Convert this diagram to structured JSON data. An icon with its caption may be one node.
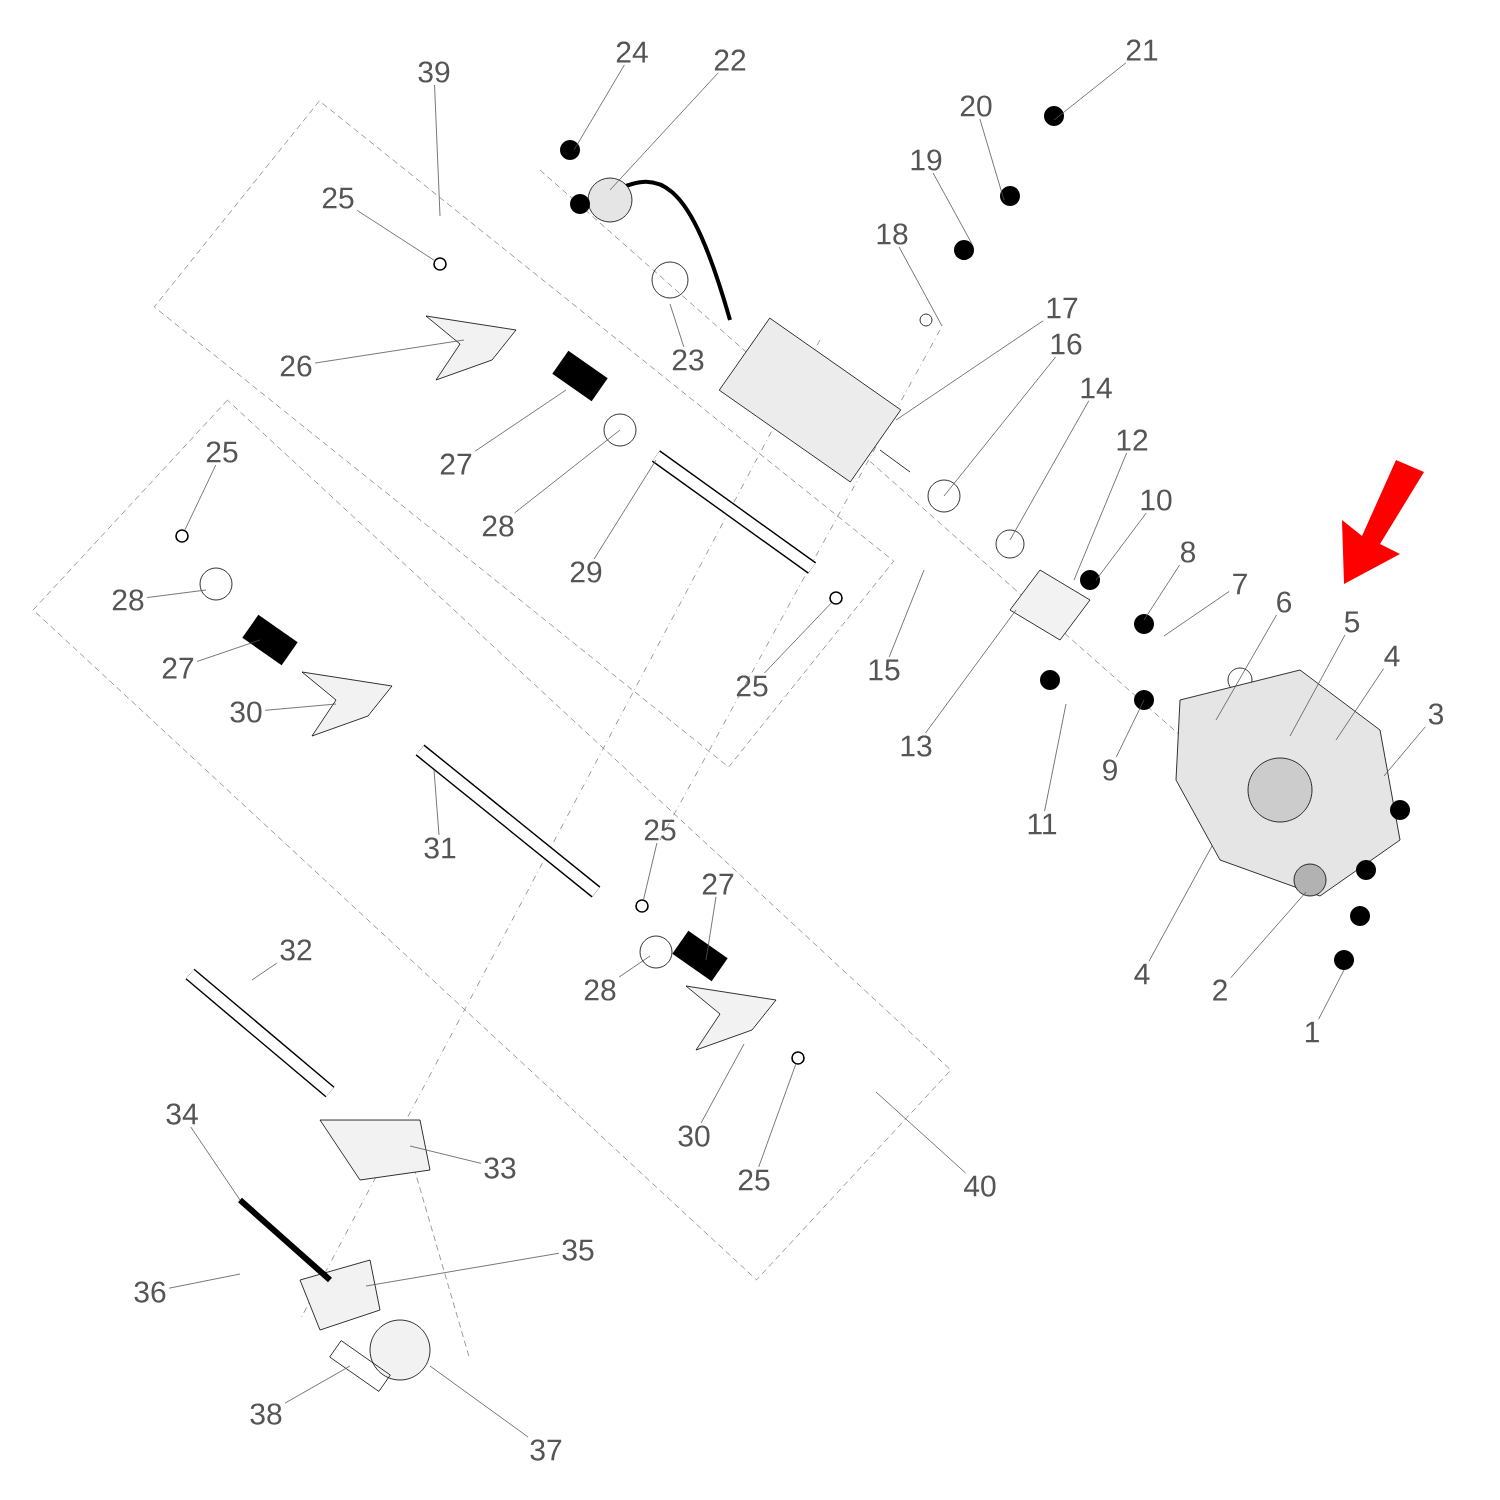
{
  "diagram": {
    "nodes": [
      {
        "text": [
          "1"
        ]
      },
      {
        "text": [
          "2"
        ]
      },
      {
        "text": [
          "3"
        ]
      },
      {
        "text": [
          "4"
        ]
      },
      {
        "text": [
          "4"
        ]
      },
      {
        "text": [
          "5"
        ]
      },
      {
        "text": [
          "6"
        ]
      },
      {
        "text": [
          "7"
        ]
      },
      {
        "text": [
          "8"
        ]
      },
      {
        "text": [
          "9"
        ]
      },
      {
        "text": [
          "10"
        ]
      },
      {
        "text": [
          "11"
        ]
      },
      {
        "text": [
          "12"
        ]
      },
      {
        "text": [
          "13"
        ]
      },
      {
        "text": [
          "14"
        ]
      },
      {
        "text": [
          "15"
        ]
      },
      {
        "text": [
          "16"
        ]
      },
      {
        "text": [
          "17"
        ]
      },
      {
        "text": [
          "18"
        ]
      },
      {
        "text": [
          "19"
        ]
      },
      {
        "text": [
          "20"
        ]
      },
      {
        "text": [
          "21"
        ]
      },
      {
        "text": [
          "22"
        ]
      },
      {
        "text": [
          "23"
        ]
      },
      {
        "text": [
          "24"
        ]
      },
      {
        "text": [
          "25"
        ]
      },
      {
        "text": [
          "25"
        ]
      },
      {
        "text": [
          "25"
        ]
      },
      {
        "text": [
          "25"
        ]
      },
      {
        "text": [
          "25"
        ]
      },
      {
        "text": [
          "26"
        ]
      },
      {
        "text": [
          "27"
        ]
      },
      {
        "text": [
          "27"
        ]
      },
      {
        "text": [
          "27"
        ]
      },
      {
        "text": [
          "28"
        ]
      },
      {
        "text": [
          "28"
        ]
      },
      {
        "text": [
          "28"
        ]
      },
      {
        "text": [
          "29"
        ]
      },
      {
        "text": [
          "30"
        ]
      },
      {
        "text": [
          "30"
        ]
      },
      {
        "text": [
          "31"
        ]
      },
      {
        "text": [
          "32"
        ]
      },
      {
        "text": [
          "33"
        ]
      },
      {
        "text": [
          "34"
        ]
      },
      {
        "text": [
          "35"
        ]
      },
      {
        "text": [
          "36"
        ]
      },
      {
        "text": [
          "37"
        ]
      },
      {
        "text": [
          "38"
        ]
      },
      {
        "text": [
          "39"
        ]
      },
      {
        "text": [
          "40"
        ]
      },
      {
        "text": [],
        "shape": "circle"
      },
      {
        "text": [],
        "shape": "circle"
      },
      {
        "text": [],
        "shape": "circle"
      },
      {
        "text": [],
        "shape": "circle"
      },
      {
        "text": [],
        "shape": "circle"
      }
    ],
    "edges": [
      {
        "from": 0,
        "to": null,
        "arrow": "none"
      },
      {
        "from": 1,
        "to": null,
        "arrow": "none"
      },
      {
        "from": 2,
        "to": null,
        "arrow": "none"
      },
      {
        "from": 3,
        "to": null,
        "arrow": "none"
      },
      {
        "from": 4,
        "to": null,
        "arrow": "none"
      },
      {
        "from": 5,
        "to": null,
        "arrow": "none"
      },
      {
        "from": 6,
        "to": null,
        "arrow": "none"
      },
      {
        "from": 7,
        "to": null,
        "arrow": "none"
      },
      {
        "from": 8,
        "to": null,
        "arrow": "none"
      },
      {
        "from": 9,
        "to": null,
        "arrow": "none"
      },
      {
        "from": 10,
        "to": null,
        "arrow": "none"
      },
      {
        "from": 11,
        "to": null,
        "arrow": "none"
      },
      {
        "from": 12,
        "to": null,
        "arrow": "none"
      },
      {
        "from": 13,
        "to": null,
        "arrow": "none"
      },
      {
        "from": 14,
        "to": null,
        "arrow": "none"
      },
      {
        "from": 15,
        "to": null,
        "arrow": "none"
      },
      {
        "from": 16,
        "to": null,
        "arrow": "none"
      },
      {
        "from": 17,
        "to": null,
        "arrow": "none"
      },
      {
        "from": 18,
        "to": null,
        "arrow": "none"
      },
      {
        "from": 19,
        "to": null,
        "arrow": "none"
      },
      {
        "from": 20,
        "to": null,
        "arrow": "none"
      },
      {
        "from": 21,
        "to": null,
        "arrow": "none"
      },
      {
        "from": 22,
        "to": null,
        "arrow": "none"
      },
      {
        "from": 23,
        "to": null,
        "arrow": "none"
      },
      {
        "from": 24,
        "to": null,
        "arrow": "none"
      },
      {
        "from": 25,
        "to": 50,
        "arrow": "none"
      },
      {
        "from": 26,
        "to": 51,
        "arrow": "none"
      },
      {
        "from": 27,
        "to": 52,
        "arrow": "none"
      },
      {
        "from": 28,
        "to": 53,
        "arrow": "none"
      },
      {
        "from": 29,
        "to": 54,
        "arrow": "none"
      },
      {
        "from": 30,
        "to": null,
        "arrow": "none"
      },
      {
        "from": 31,
        "to": null,
        "arrow": "none"
      },
      {
        "from": 32,
        "to": null,
        "arrow": "none"
      },
      {
        "from": 33,
        "to": null,
        "arrow": "none"
      },
      {
        "from": 34,
        "to": null,
        "arrow": "none"
      },
      {
        "from": 35,
        "to": null,
        "arrow": "none"
      },
      {
        "from": 36,
        "to": null,
        "arrow": "none"
      },
      {
        "from": 37,
        "to": null,
        "arrow": "none"
      },
      {
        "from": 38,
        "to": null,
        "arrow": "none"
      },
      {
        "from": 39,
        "to": null,
        "arrow": "none"
      },
      {
        "from": 40,
        "to": null,
        "arrow": "none"
      },
      {
        "from": 41,
        "to": null,
        "arrow": "none"
      },
      {
        "from": 42,
        "to": null,
        "arrow": "none"
      },
      {
        "from": 43,
        "to": null,
        "arrow": "none"
      },
      {
        "from": 44,
        "to": null,
        "arrow": "none"
      },
      {
        "from": 45,
        "to": null,
        "arrow": "none"
      },
      {
        "from": 46,
        "to": null,
        "arrow": "none"
      },
      {
        "from": 47,
        "to": null,
        "arrow": "none"
      },
      {
        "from": 48,
        "to": null,
        "arrow": "none"
      },
      {
        "from": 49,
        "to": null,
        "arrow": "none"
      }
    ]
  }
}
